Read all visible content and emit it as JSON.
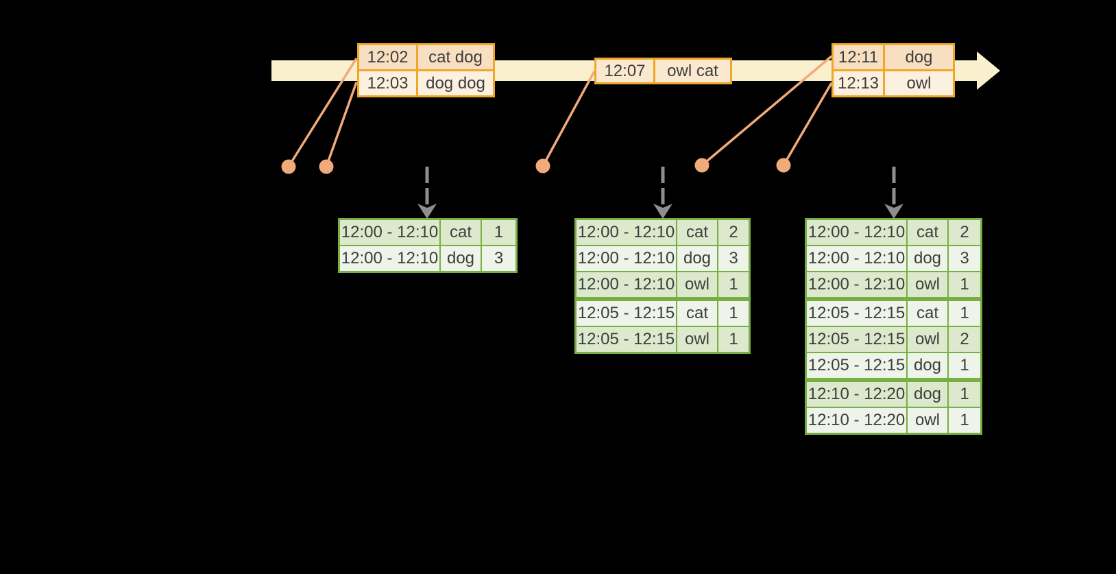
{
  "palette": {
    "background": "#000000",
    "timeline_fill": "#FAF0CE",
    "event_border": "#F0A628",
    "event_row_dark": "#F8DFC1",
    "event_row_mid": "#FAE8CF",
    "event_row_light": "#FCF0DE",
    "connector": "#F1AA79",
    "trigger_gray": "#8E8E8E",
    "result_border": "#78AE43",
    "result_row_dark": "#DCE9CD",
    "result_row_light": "#EEF4E9",
    "text": "#3D3D3D"
  },
  "event_tables": [
    {
      "name": "events-batch-1",
      "rows": [
        {
          "time": "12:02",
          "words": "cat dog"
        },
        {
          "time": "12:03",
          "words": "dog dog"
        }
      ]
    },
    {
      "name": "events-batch-2",
      "rows": [
        {
          "time": "12:07",
          "words": "owl cat"
        }
      ]
    },
    {
      "name": "events-batch-3",
      "rows": [
        {
          "time": "12:11",
          "words": "dog"
        },
        {
          "time": "12:13",
          "words": "owl"
        }
      ]
    }
  ],
  "result_tables": [
    {
      "name": "windowed-counts-1",
      "rows": [
        {
          "window": "12:00 - 12:10",
          "word": "cat",
          "count": "1"
        },
        {
          "window": "12:00 - 12:10",
          "word": "dog",
          "count": "3"
        }
      ]
    },
    {
      "name": "windowed-counts-2",
      "rows": [
        {
          "window": "12:00 - 12:10",
          "word": "cat",
          "count": "2"
        },
        {
          "window": "12:00 - 12:10",
          "word": "dog",
          "count": "3"
        },
        {
          "window": "12:00 - 12:10",
          "word": "owl",
          "count": "1"
        },
        {
          "window": "12:05 - 12:15",
          "word": "cat",
          "count": "1"
        },
        {
          "window": "12:05 - 12:15",
          "word": "owl",
          "count": "1"
        }
      ]
    },
    {
      "name": "windowed-counts-3",
      "rows": [
        {
          "window": "12:00 - 12:10",
          "word": "cat",
          "count": "2"
        },
        {
          "window": "12:00 - 12:10",
          "word": "dog",
          "count": "3"
        },
        {
          "window": "12:00 - 12:10",
          "word": "owl",
          "count": "1"
        },
        {
          "window": "12:05 - 12:15",
          "word": "cat",
          "count": "1"
        },
        {
          "window": "12:05 - 12:15",
          "word": "owl",
          "count": "2"
        },
        {
          "window": "12:05 - 12:15",
          "word": "dog",
          "count": "1"
        },
        {
          "window": "12:10 - 12:20",
          "word": "dog",
          "count": "1"
        },
        {
          "window": "12:10 - 12:20",
          "word": "owl",
          "count": "1"
        }
      ]
    }
  ]
}
